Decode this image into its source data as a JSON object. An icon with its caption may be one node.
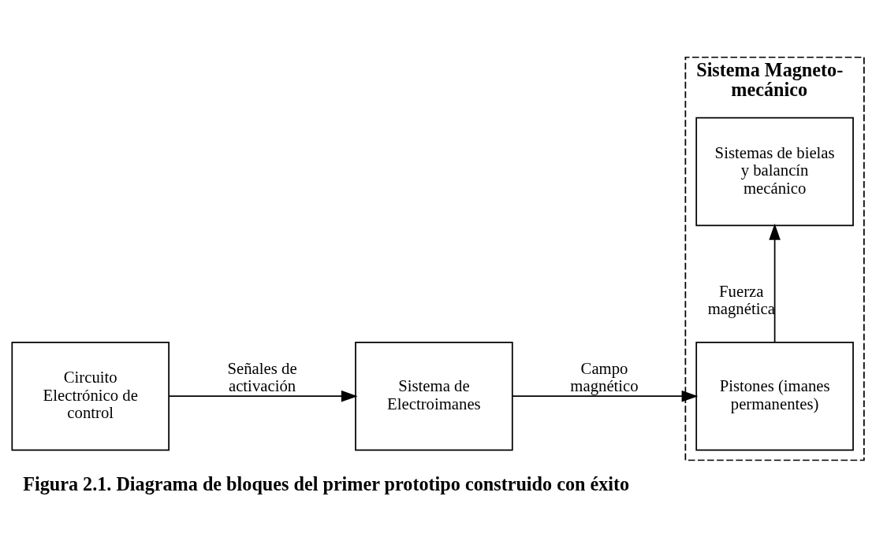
{
  "diagram": {
    "caption": "Figura 2.1. Diagrama de bloques del primer prototipo construido con éxito",
    "nodes": [
      {
        "text": [
          "Circuito Electrónico de control"
        ]
      },
      {
        "text": [
          "Sistema de Electroimanes"
        ]
      },
      {
        "text": [
          "Sistema Magneto-mecánico"
        ]
      },
      {
        "text": [
          "Pistones (imanes permanentes)"
        ],
        "in": 2
      },
      {
        "text": [
          "Sistemas de bielas y balancín mecánico"
        ],
        "in": 2
      }
    ],
    "edges": [
      {
        "from": 0,
        "to": 1,
        "arrow": "to",
        "label": "Señales de activación"
      },
      {
        "from": 1,
        "to": 3,
        "arrow": "to",
        "label": "Campo magnético"
      },
      {
        "from": 3,
        "to": 4,
        "arrow": "to",
        "label": "Fuerza magnética"
      }
    ]
  }
}
